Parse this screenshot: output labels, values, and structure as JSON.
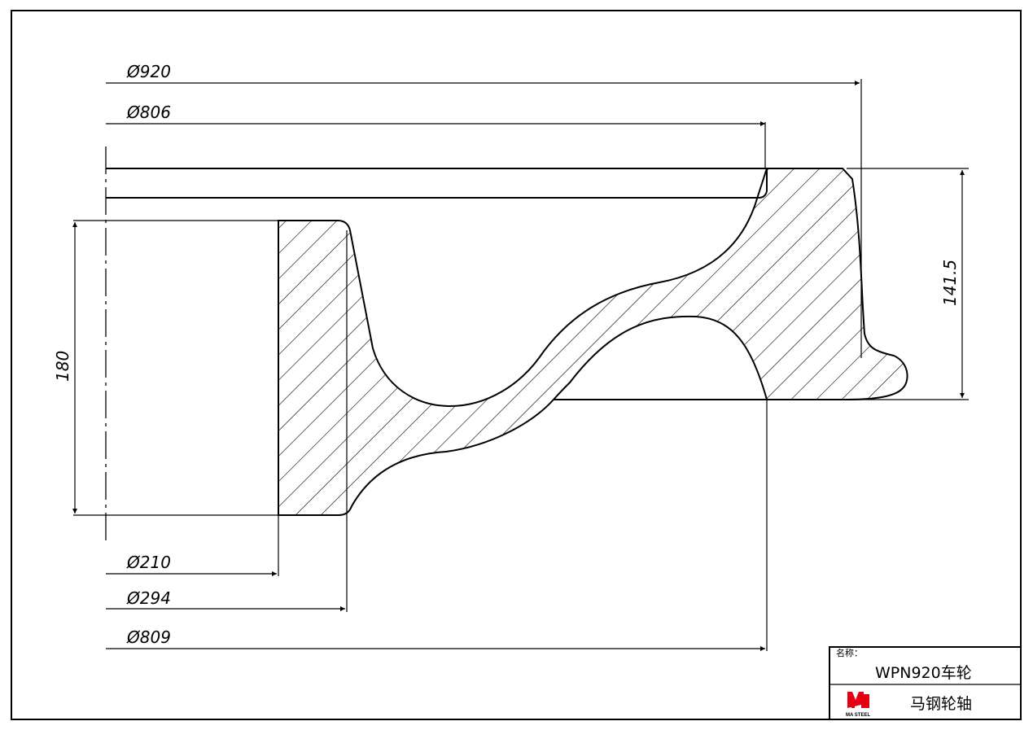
{
  "drawing": {
    "dimensions": {
      "d920": "Ø920",
      "d806": "Ø806",
      "d210": "Ø210",
      "d294": "Ø294",
      "d809": "Ø809",
      "height_180": "180",
      "height_141_5": "141.5"
    }
  },
  "title_block": {
    "name_label": "名称：",
    "product_name": "WPN920车轮",
    "company_name": "马钢轮轴",
    "logo_text": "MA STEEL",
    "logo_color": "#e60012"
  }
}
